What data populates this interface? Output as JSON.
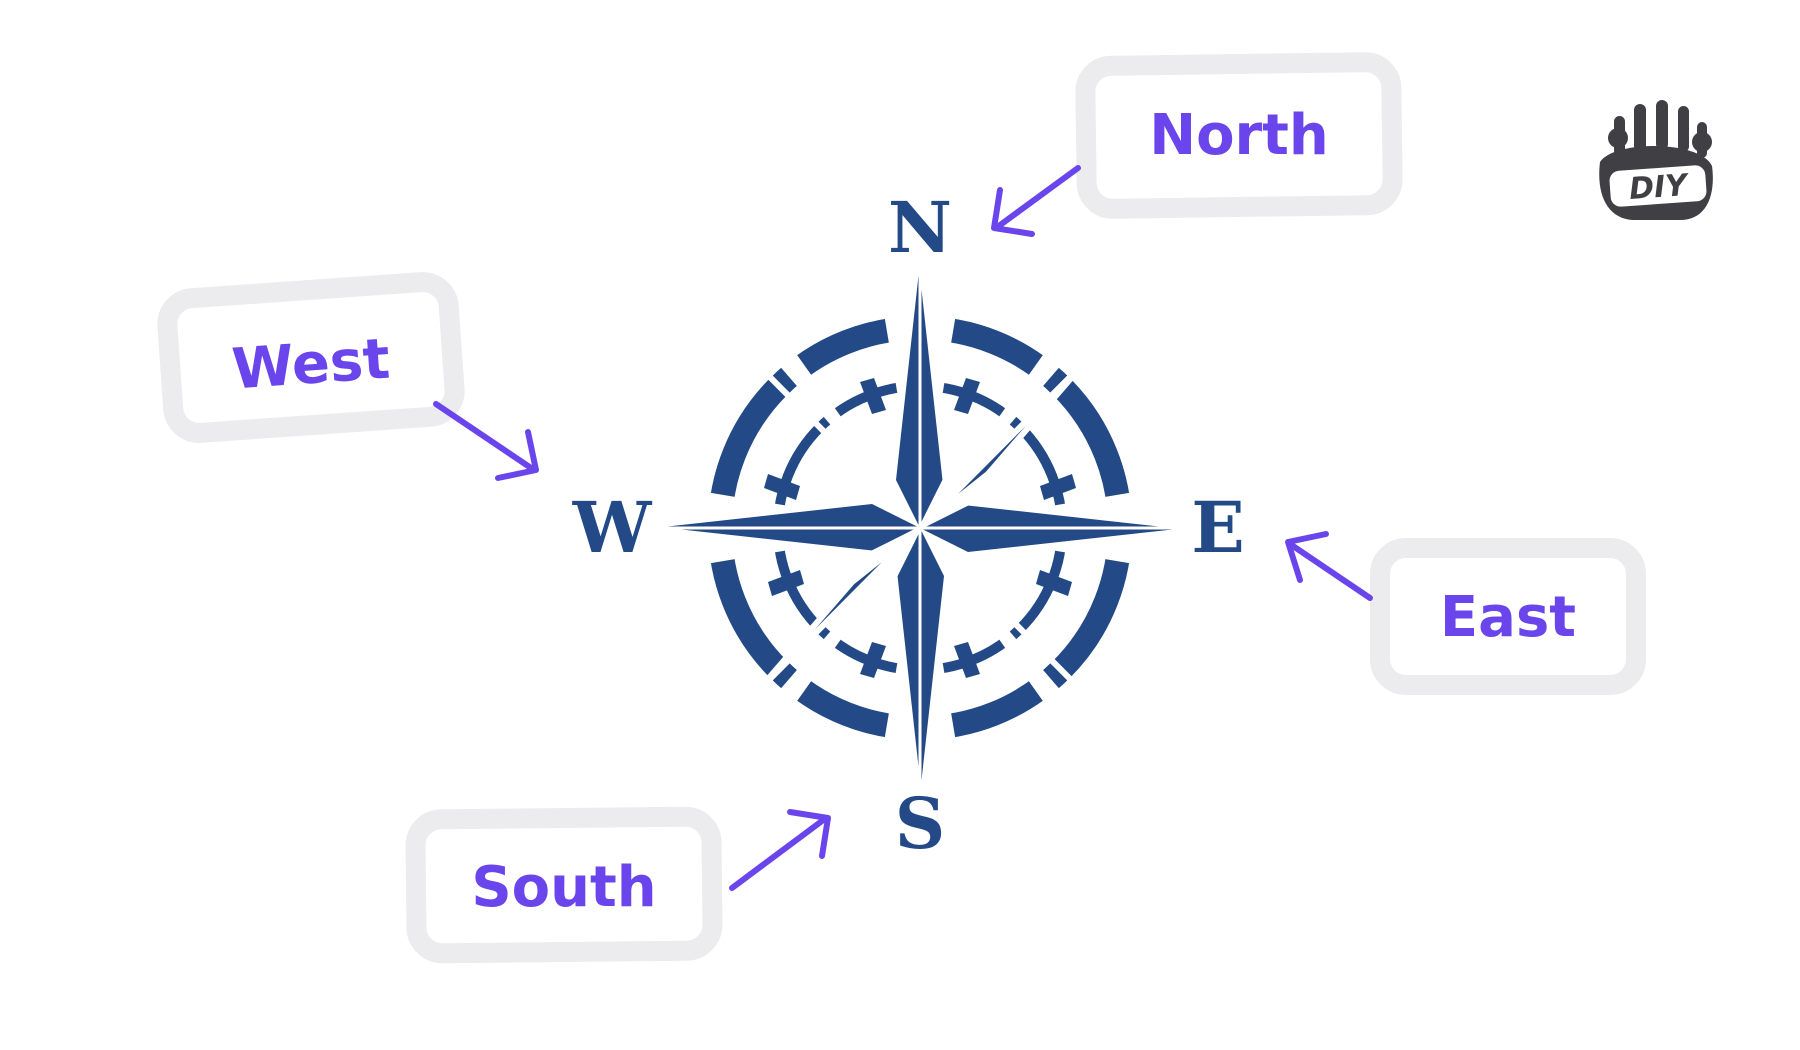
{
  "compass": {
    "letters": {
      "north": "N",
      "south": "S",
      "east": "E",
      "west": "W"
    },
    "color": "#234a87"
  },
  "callouts": {
    "north": "North",
    "west": "West",
    "east": "East",
    "south": "South",
    "text_color": "#6a45ec",
    "border_color": "#ececef",
    "arrow_color": "#6a45ec"
  },
  "logo": {
    "text": "DIY",
    "color": "#3f3f44"
  }
}
